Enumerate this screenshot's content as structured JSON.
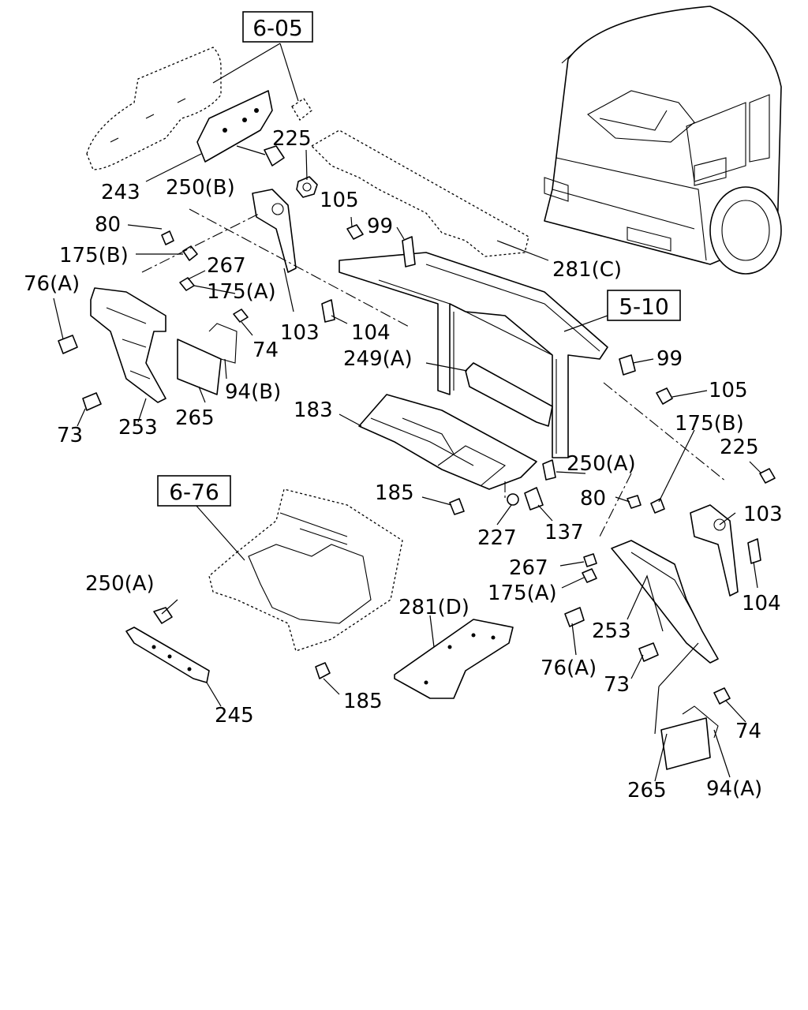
{
  "diagram": {
    "references": [
      {
        "id": "ref-6-05",
        "text": "6-05"
      },
      {
        "id": "ref-5-10",
        "text": "5-10"
      },
      {
        "id": "ref-6-76",
        "text": "6-76"
      }
    ],
    "callouts": [
      {
        "id": "c225a",
        "text": "225"
      },
      {
        "id": "c243",
        "text": "243"
      },
      {
        "id": "c250b",
        "text": "250(B)"
      },
      {
        "id": "c80a",
        "text": "80"
      },
      {
        "id": "c175b-a",
        "text": "175(B)"
      },
      {
        "id": "c105a",
        "text": "105"
      },
      {
        "id": "c99a",
        "text": "99"
      },
      {
        "id": "c281c",
        "text": "281(C)"
      },
      {
        "id": "c76a-a",
        "text": "76(A)"
      },
      {
        "id": "c267a",
        "text": "267"
      },
      {
        "id": "c175a-a",
        "text": "175(A)"
      },
      {
        "id": "c74a",
        "text": "74"
      },
      {
        "id": "c103a",
        "text": "103"
      },
      {
        "id": "c104a",
        "text": "104"
      },
      {
        "id": "c249a",
        "text": "249(A)"
      },
      {
        "id": "c99b",
        "text": "99"
      },
      {
        "id": "c94b",
        "text": "94(B)"
      },
      {
        "id": "c105b",
        "text": "105"
      },
      {
        "id": "c73a",
        "text": "73"
      },
      {
        "id": "c253a",
        "text": "253"
      },
      {
        "id": "c265a",
        "text": "265"
      },
      {
        "id": "c183",
        "text": "183"
      },
      {
        "id": "c175b-b",
        "text": "175(B)"
      },
      {
        "id": "c225b",
        "text": "225"
      },
      {
        "id": "c250a-a",
        "text": "250(A)"
      },
      {
        "id": "c185a",
        "text": "185"
      },
      {
        "id": "c80b",
        "text": "80"
      },
      {
        "id": "c103b",
        "text": "103"
      },
      {
        "id": "c227",
        "text": "227"
      },
      {
        "id": "c137",
        "text": "137"
      },
      {
        "id": "c267b",
        "text": "267"
      },
      {
        "id": "c250a-b",
        "text": "250(A)"
      },
      {
        "id": "c281d",
        "text": "281(D)"
      },
      {
        "id": "c175a-b",
        "text": "175(A)"
      },
      {
        "id": "c104b",
        "text": "104"
      },
      {
        "id": "c253b",
        "text": "253"
      },
      {
        "id": "c76a-b",
        "text": "76(A)"
      },
      {
        "id": "c73b",
        "text": "73"
      },
      {
        "id": "c245",
        "text": "245"
      },
      {
        "id": "c185b",
        "text": "185"
      },
      {
        "id": "c74b",
        "text": "74"
      },
      {
        "id": "c265b",
        "text": "265"
      },
      {
        "id": "c94a",
        "text": "94(A)"
      }
    ]
  }
}
